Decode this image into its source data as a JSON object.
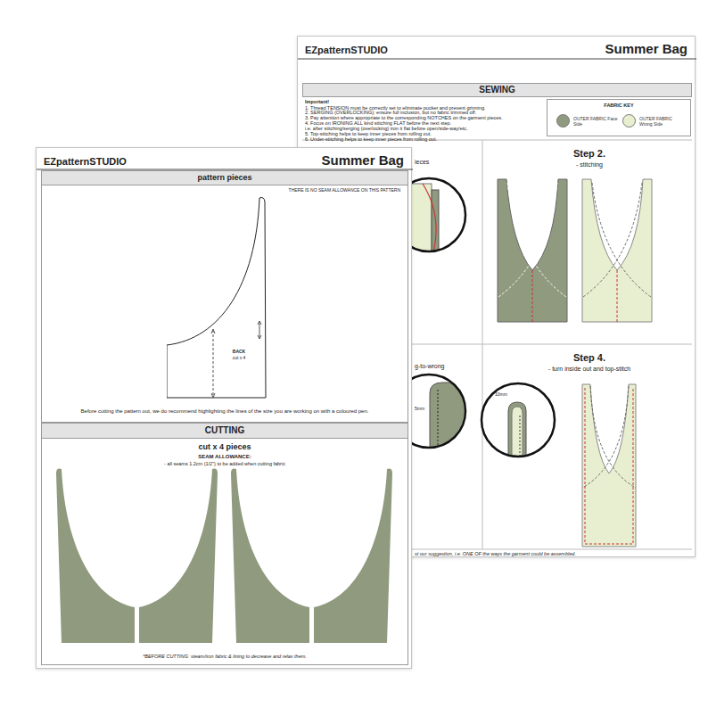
{
  "diagram": {
    "nodes": [
      {
        "text": [
          "EZpatternSTUDIO",
          "Summer Bag"
        ]
      },
      {
        "text": [
          "SEWING"
        ],
        "in": 0
      },
      {
        "text": [
          "FABRIC KEY"
        ],
        "in": 0
      },
      {
        "text": [
          "Step 2.",
          "- stitching"
        ],
        "in": 0
      },
      {
        "text": [
          "Step 4.",
          "- turn inside out and top-stitch"
        ],
        "in": 0
      },
      {
        "text": [
          "EZpatternSTUDIO",
          "Summer Bag"
        ]
      },
      {
        "text": [
          "pattern pieces",
          "THERE IS NO SEAM ALLOWANCE ON THIS PATTERN",
          "Before cutting the pattern out, we do recommend highlighting the lines of the size you are working on with a coloured pen."
        ],
        "in": 5
      },
      {
        "text": [
          "BACK",
          "cut x 4"
        ],
        "in": 6
      },
      {
        "text": [
          "CUTTING",
          "cut x 4 pieces",
          "SEAM ALLOWANCE:",
          "- all seams 1.2cm (1/2\") to be added when cutting fabric",
          "*BEFORE CUTTING: steam/iron fabric & lining to decrease and relax them."
        ],
        "in": 5
      }
    ],
    "labels": [
      "Important!",
      "1. Thread TENSION must be correctly set to eliminate pucker and prevent grinning.",
      "2. SERGING (OVERLOCKING): ensure full inclusion, but no fabric trimmed off.",
      "3. Pay attention where appropriate to the corresponding NOTCHES on the garment pieces.",
      "4. Focus on IRONING ALL kind stitching FLAT before the next step.",
      "i.e. after stitching/serging (overlocking) iron it flat before open/side-way/etc.",
      "5. Top-stitching helps to keep inner pieces from rolling out.",
      "6. Under-stitching helps to keep inner pieces from rolling out.",
      "ieces",
      "g-to-wrong",
      "5mm",
      "10mm",
      "st our suggestion, i.e. ONE OF the ways the garment could be assembled."
    ],
    "legend": [
      {
        "text": "OUTER FABRIC Face Side",
        "color": "#8f9a7e"
      },
      {
        "text": "OUTER FABRIC Wrong Side",
        "color": "#e8efd0"
      }
    ]
  }
}
